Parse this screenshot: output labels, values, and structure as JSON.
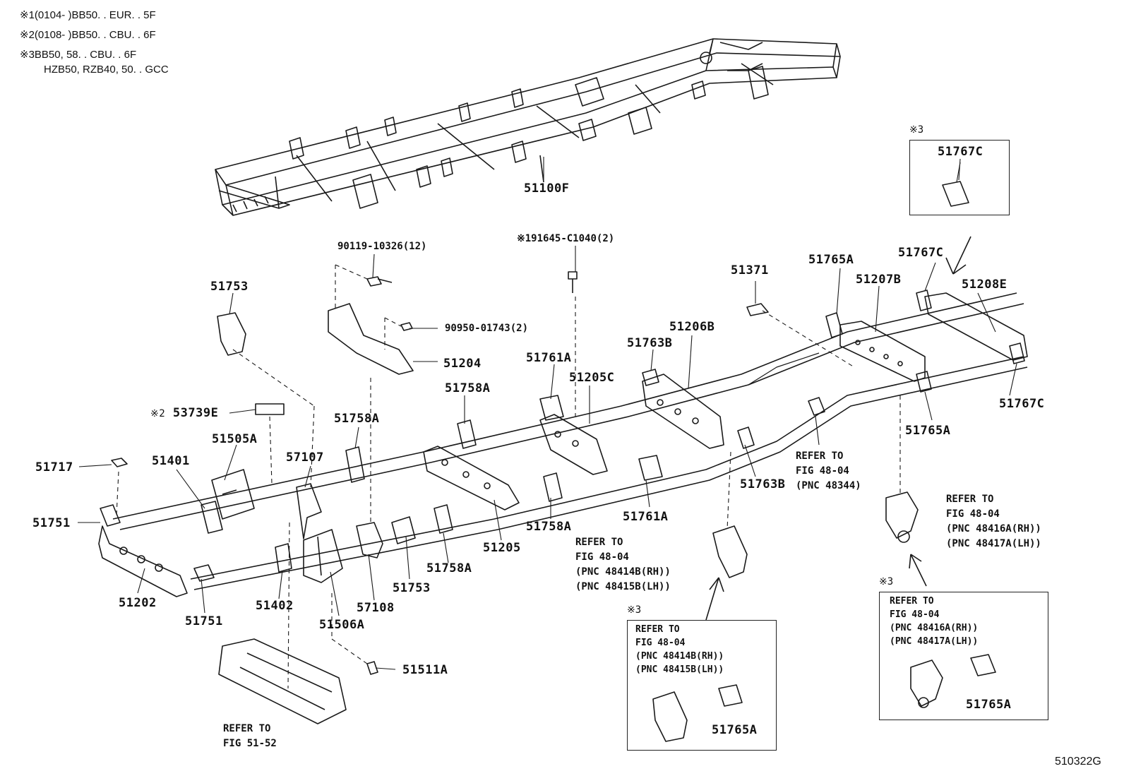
{
  "header_notes": [
    {
      "mark": "※1",
      "text": "(0104-           )BB50. . EUR. . 5F"
    },
    {
      "mark": "※2",
      "text": "(0108-           )BB50. . CBU. . 6F"
    },
    {
      "mark": "※3",
      "text": "BB50, 58. . CBU. . 6F"
    },
    {
      "mark": "",
      "text": "HZB50, RZB40, 50. . GCC"
    }
  ],
  "parts": {
    "p51100F": "51100F",
    "p51767C_box": "51767C",
    "p51767C_top": "51767C",
    "p51767C_right": "51767C",
    "p51765A_top": "51765A",
    "p51765A_mid": "51765A",
    "p51765A_box1": "51765A",
    "p51765A_box2": "51765A",
    "p51208E": "51208E",
    "p51207B": "51207B",
    "p51371": "51371",
    "p51206B": "51206B",
    "p51763B_top": "51763B",
    "p51763B_bot": "51763B",
    "p51761A_top": "51761A",
    "p51761A_bot": "51761A",
    "p51205C": "51205C",
    "p51205": "51205",
    "p51758A_1": "51758A",
    "p51758A_2": "51758A",
    "p51758A_3": "51758A",
    "p51758A_4": "51758A",
    "p51753_top": "51753",
    "p51753_bot": "51753",
    "p51204": "51204",
    "p90119": "90119-10326(12)",
    "p91645": "91645-C1040(2)",
    "p91645_mark": "※1",
    "p90950": "90950-01743(2)",
    "p53739E": "53739E",
    "p53739E_mark": "※2",
    "p51505A": "51505A",
    "p57107": "57107",
    "p51401": "51401",
    "p51717": "51717",
    "p51751_left": "51751",
    "p51751_bot": "51751",
    "p51202": "51202",
    "p51402": "51402",
    "p51506A": "51506A",
    "p57108": "57108",
    "p51511A": "51511A"
  },
  "refs": {
    "r_51_52": [
      "REFER TO",
      "FIG 51-52"
    ],
    "r_48344": [
      "REFER TO",
      "FIG 48-04",
      "(PNC 48344)"
    ],
    "r_48414_mid": [
      "REFER TO",
      "FIG 48-04",
      "(PNC 48414B(RH))",
      "(PNC 48415B(LH))"
    ],
    "r_48414_box": [
      "REFER TO",
      "FIG 48-04",
      "(PNC 48414B(RH))",
      "(PNC 48415B(LH))"
    ],
    "r_48416_mid": [
      "REFER TO",
      "FIG 48-04",
      "(PNC 48416A(RH))",
      "(PNC 48417A(LH))"
    ],
    "r_48416_box": [
      "REFER TO",
      "FIG 48-04",
      "(PNC 48416A(RH))",
      "(PNC 48417A(LH))"
    ]
  },
  "box_marks": {
    "box_top": "※3",
    "box_mid": "※3",
    "box_right": "※3"
  },
  "figure_id": "510322G",
  "colors": {
    "line": "#1a1a1a",
    "paper": "#ffffff"
  }
}
